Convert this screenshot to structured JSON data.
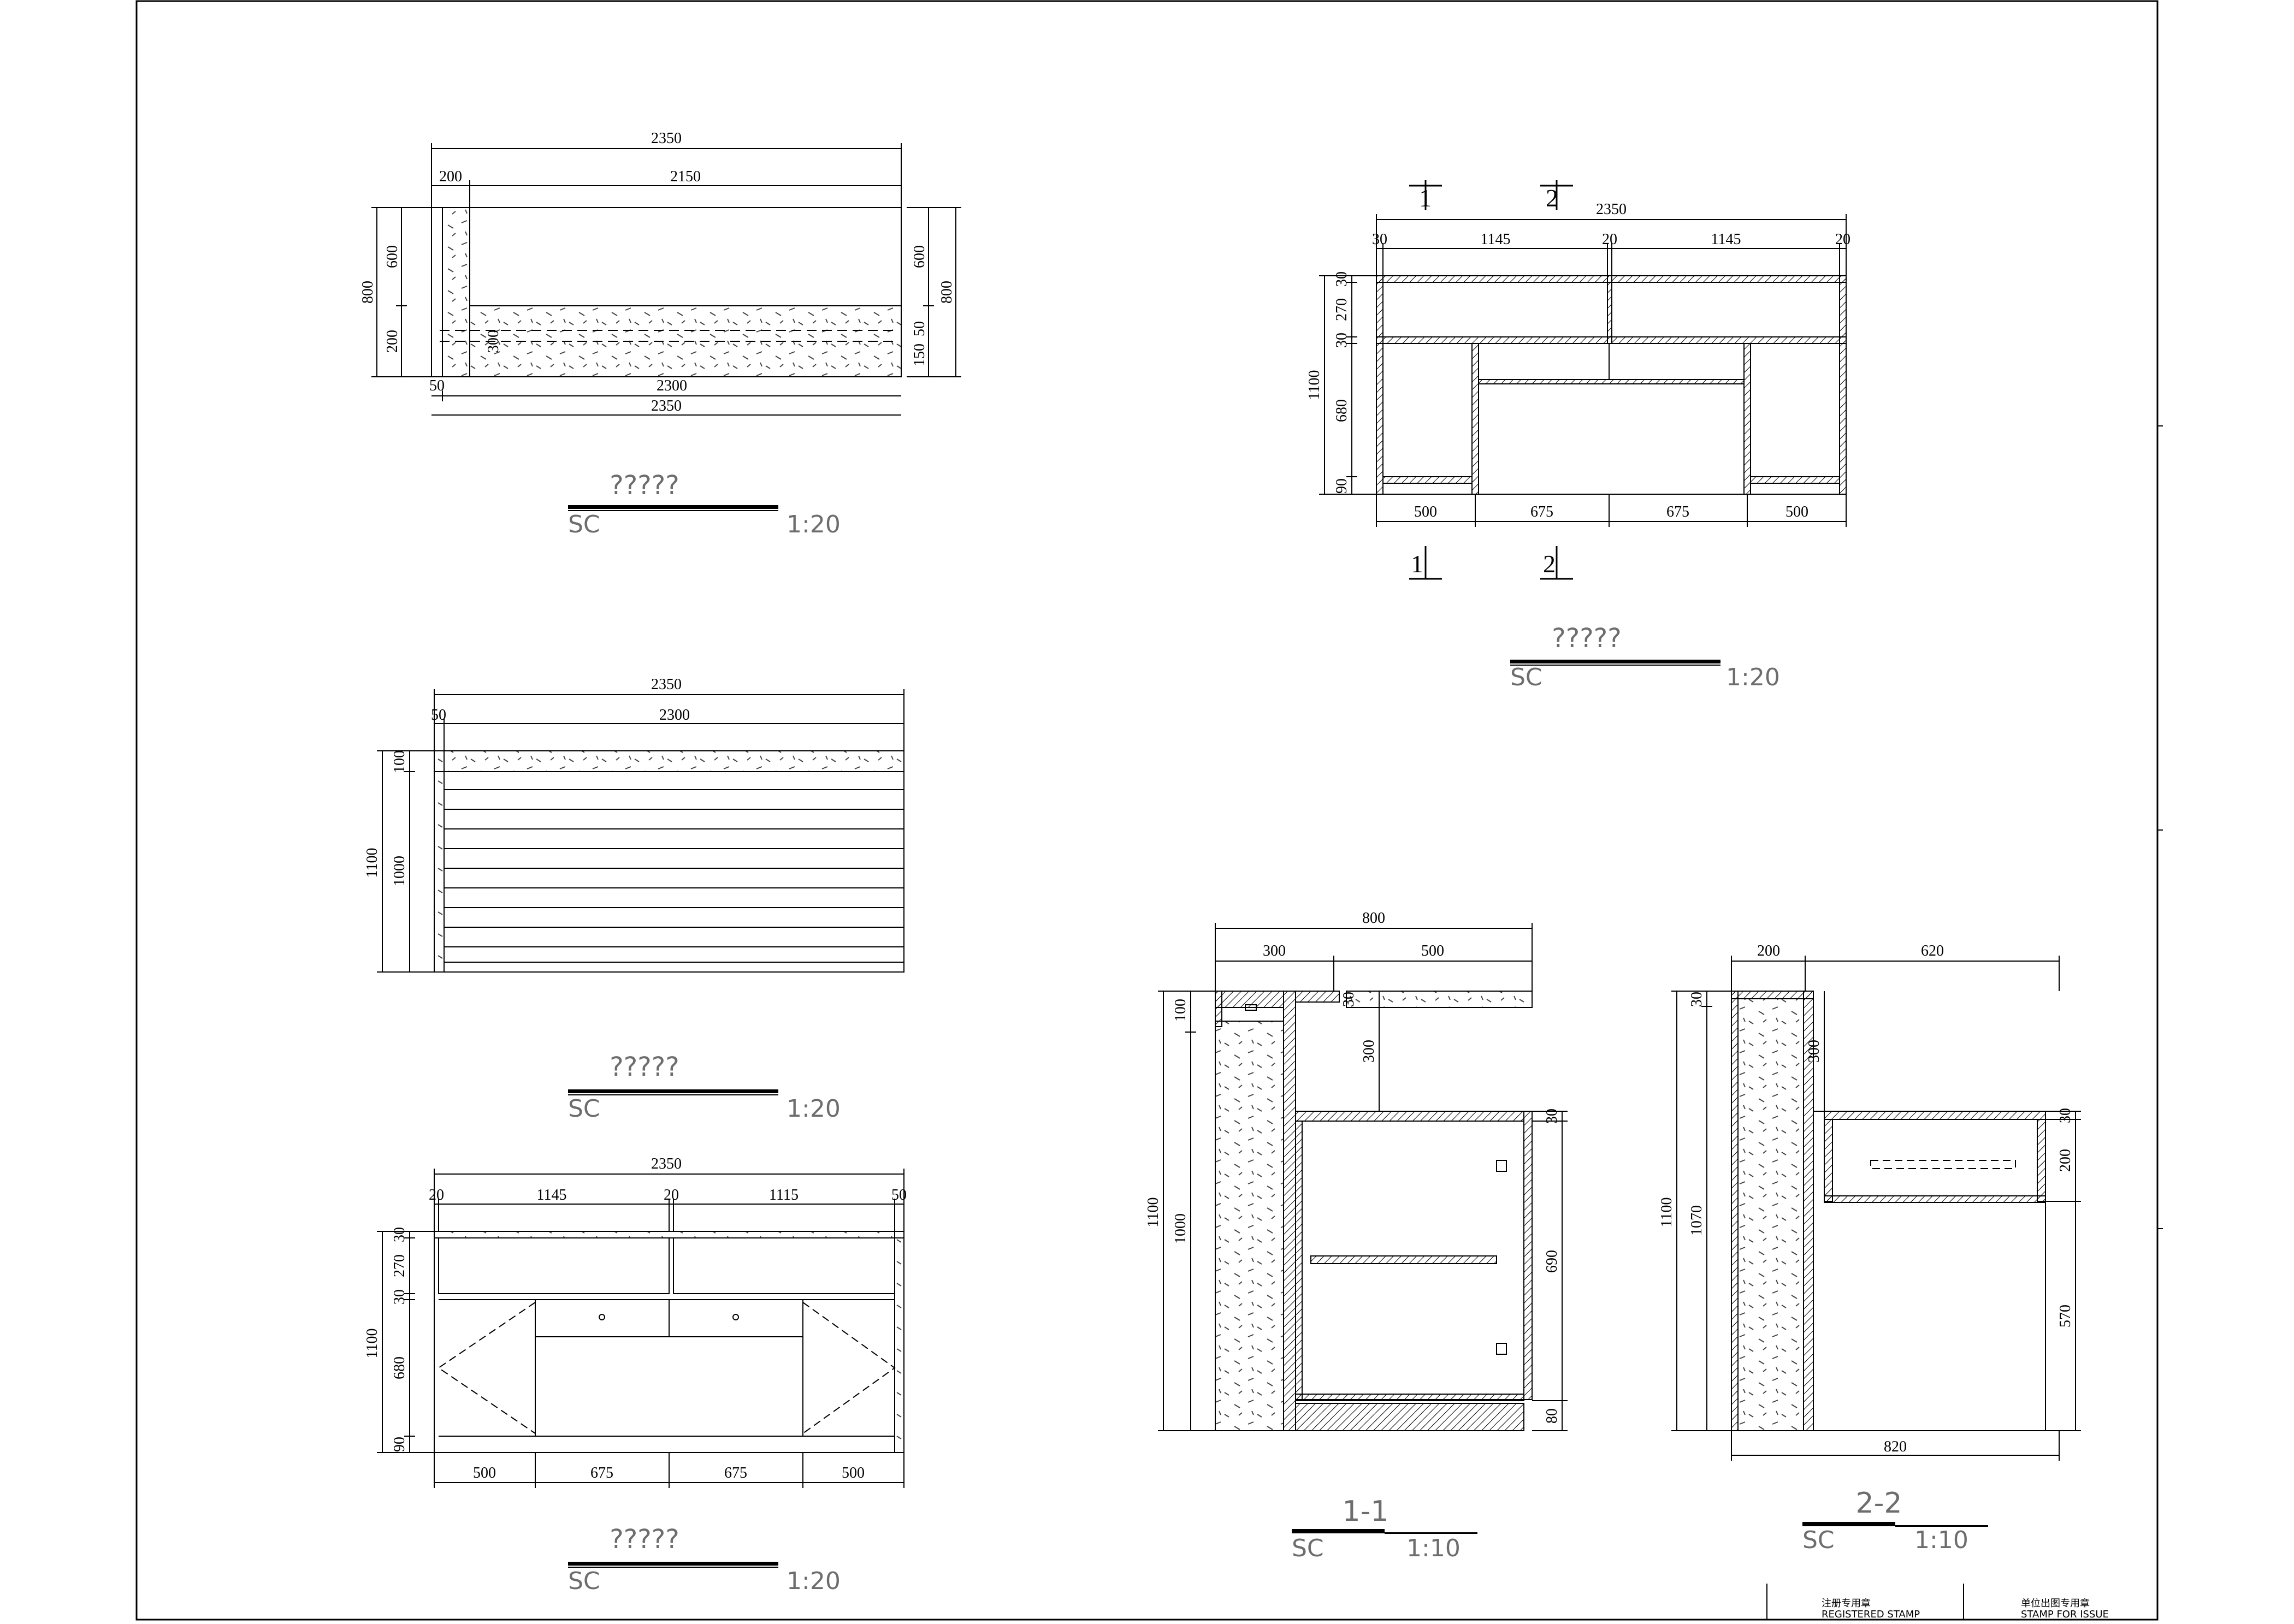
{
  "drawings": {
    "plan": {
      "dims": {
        "top_total": "2350",
        "top_left": "200",
        "top_right": "2150",
        "bot_total": "2350",
        "bot_left": "50",
        "bot_mid": "2300",
        "left_total": "800",
        "left_top": "600",
        "left_bot": "200",
        "right_total": "800",
        "right_top": "600",
        "right_small": "150",
        "right_small2": "50",
        "inner": "300"
      },
      "title": "?????",
      "code": "SC",
      "scale": "1:20"
    },
    "front": {
      "dims": {
        "top_total": "2350",
        "top_left": "50",
        "top_mid": "2300",
        "left_total": "1100",
        "left_top": "100",
        "left_mid": "1000"
      },
      "title": "?????",
      "code": "SC",
      "scale": "1:20"
    },
    "back_lower": {
      "dims": {
        "top_total": "2350",
        "t1": "20",
        "t2": "1145",
        "t3": "20",
        "t4": "1115",
        "t5": "50",
        "left_total": "1100",
        "l1": "30",
        "l2": "270",
        "l3": "30",
        "l4": "680",
        "l5": "90",
        "b1": "500",
        "b2": "675",
        "b3": "675",
        "b4": "500"
      },
      "title": "?????",
      "code": "SC",
      "scale": "1:20"
    },
    "back_upper": {
      "dims": {
        "top_total": "2350",
        "t1": "30",
        "t2": "1145",
        "t3": "20",
        "t4": "1145",
        "t5": "20",
        "left_total": "1100",
        "l1": "30",
        "l2": "270",
        "l3": "30",
        "l4": "680",
        "l5": "90",
        "b1": "500",
        "b2": "675",
        "b3": "675",
        "b4": "500"
      },
      "section_marks": [
        "1",
        "2"
      ],
      "title": "?????",
      "code": "SC",
      "scale": "1:20"
    },
    "section_1": {
      "dims": {
        "top_total": "800",
        "top_left": "300",
        "top_right": "500",
        "left_total": "1100",
        "left_top": "100",
        "left_mid": "1000",
        "inner": "300",
        "r1": "30",
        "r2": "30",
        "r3": "690",
        "r4": "80"
      },
      "title": "1-1",
      "code": "SC",
      "scale": "1:10"
    },
    "section_2": {
      "dims": {
        "top_left": "200",
        "top_right": "620",
        "bottom": "820",
        "left_total": "1100",
        "left_top": "30",
        "left_mid": "1070",
        "inner": "300",
        "r1": "30",
        "r2": "200",
        "r3": "570"
      },
      "title": "2-2",
      "code": "SC",
      "scale": "1:10"
    }
  },
  "stamps": {
    "registered_cn": "注册专用章",
    "registered_en": "REGISTERED STAMP",
    "issue_cn": "单位出图专用章",
    "issue_en": "STAMP FOR ISSUE"
  }
}
